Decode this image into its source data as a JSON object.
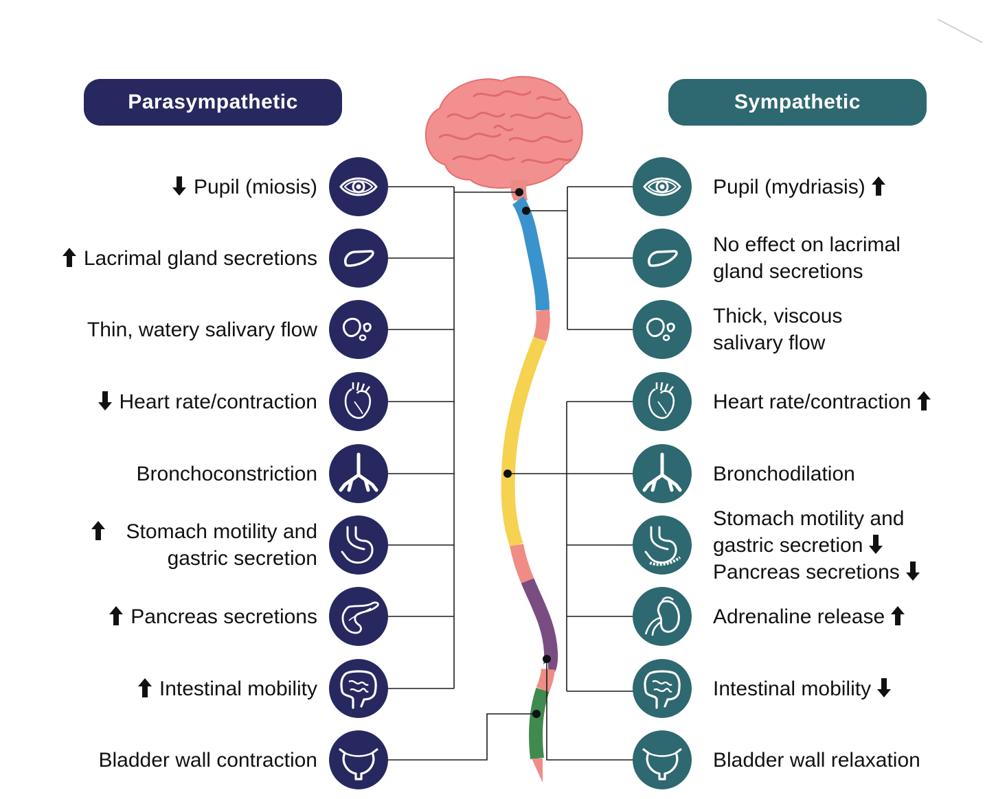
{
  "headers": {
    "parasympathetic": "Parasympathetic",
    "sympathetic": "Sympathetic"
  },
  "colors": {
    "parasympathetic": "#282860",
    "sympathetic": "#2e6870",
    "spine_cervical": "#3b93cd",
    "spine_thoracic": "#f5d24f",
    "spine_lumbar": "#7a4d82",
    "spine_sacral": "#3f8a4e",
    "spine_gap": "#ef8c86",
    "brain": "#f0898a"
  },
  "parasympathetic": [
    {
      "icon": "eye-icon",
      "arrow": "down",
      "lines": [
        "Pupil (miosis)"
      ]
    },
    {
      "icon": "lacrimal-gland-icon",
      "arrow": "up",
      "lines": [
        "Lacrimal gland secretions"
      ]
    },
    {
      "icon": "salivary-gland-icon",
      "arrow": "none",
      "lines": [
        "Thin, watery salivary flow"
      ]
    },
    {
      "icon": "heart-icon",
      "arrow": "down",
      "lines": [
        "Heart rate/contraction"
      ]
    },
    {
      "icon": "lungs-icon",
      "arrow": "none",
      "lines": [
        "Bronchoconstriction"
      ]
    },
    {
      "icon": "stomach-icon",
      "arrow": "up",
      "lines": [
        "Stomach motility and",
        "gastric secretion"
      ]
    },
    {
      "icon": "pancreas-icon",
      "arrow": "up",
      "lines": [
        "Pancreas secretions"
      ]
    },
    {
      "icon": "intestine-icon",
      "arrow": "up",
      "lines": [
        "Intestinal mobility"
      ]
    },
    {
      "icon": "bladder-icon",
      "arrow": "none",
      "lines": [
        "Bladder wall contraction"
      ]
    }
  ],
  "sympathetic": [
    {
      "icon": "eye-icon",
      "lines": [
        "Pupil (mydriasis)"
      ],
      "arrows": [
        "up"
      ]
    },
    {
      "icon": "lacrimal-gland-icon",
      "lines": [
        "No effect on lacrimal",
        "gland secretions"
      ],
      "arrows": [
        "none",
        "none"
      ]
    },
    {
      "icon": "salivary-gland-icon",
      "lines": [
        "Thick, viscous",
        "salivary flow"
      ],
      "arrows": [
        "none",
        "none"
      ]
    },
    {
      "icon": "heart-icon",
      "lines": [
        "Heart rate/contraction"
      ],
      "arrows": [
        "up"
      ]
    },
    {
      "icon": "lungs-icon",
      "lines": [
        "Bronchodilation"
      ],
      "arrows": [
        "none"
      ]
    },
    {
      "icon": "stomach-pancreas-icon",
      "lines": [
        "Stomach motility and",
        "gastric secretion",
        "Pancreas secretions"
      ],
      "arrows": [
        "none",
        "down",
        "down"
      ]
    },
    {
      "icon": "kidney-adrenal-icon",
      "lines": [
        "Adrenaline release"
      ],
      "arrows": [
        "up"
      ]
    },
    {
      "icon": "intestine-icon",
      "lines": [
        "Intestinal mobility"
      ],
      "arrows": [
        "down"
      ]
    },
    {
      "icon": "bladder-icon",
      "lines": [
        "Bladder wall relaxation"
      ],
      "arrows": [
        "none"
      ]
    }
  ]
}
